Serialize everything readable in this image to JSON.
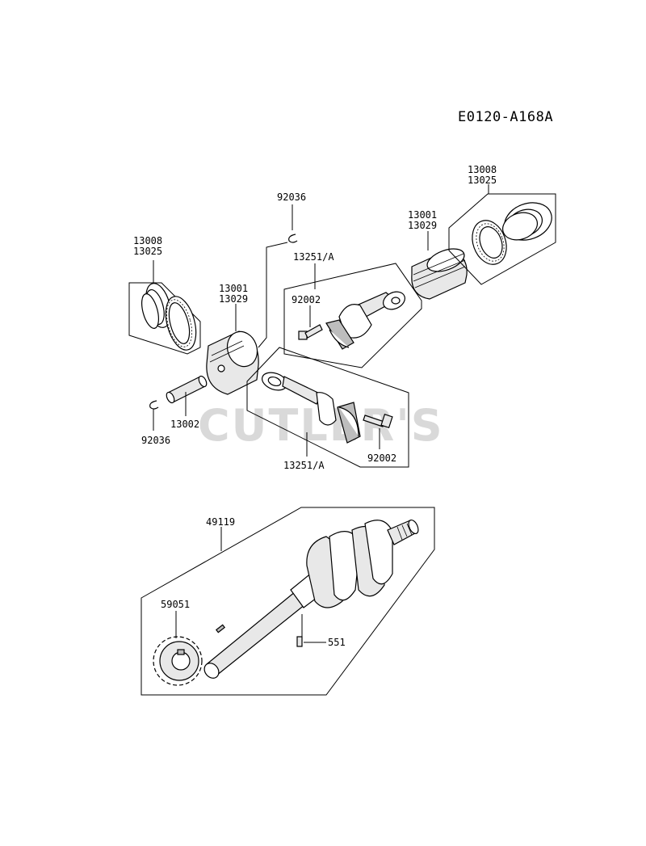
{
  "diagram": {
    "code": "E0120-A168A",
    "watermark": "CUTLER'S",
    "labels": {
      "ring_set_left_a": "13008",
      "ring_set_left_b": "13025",
      "piston_left_a": "13001",
      "piston_left_b": "13029",
      "circlip_top": "92036",
      "circlip_bottom": "92036",
      "piston_pin": "13002",
      "rod_top": "13251/A",
      "bolt_top": "92002",
      "piston_right_a": "13001",
      "piston_right_b": "13029",
      "ring_set_right_a": "13008",
      "ring_set_right_b": "13025",
      "rod_bottom": "13251/A",
      "bolt_bottom": "92002",
      "crankshaft": "49119",
      "gear": "59051",
      "pin": "551"
    }
  }
}
